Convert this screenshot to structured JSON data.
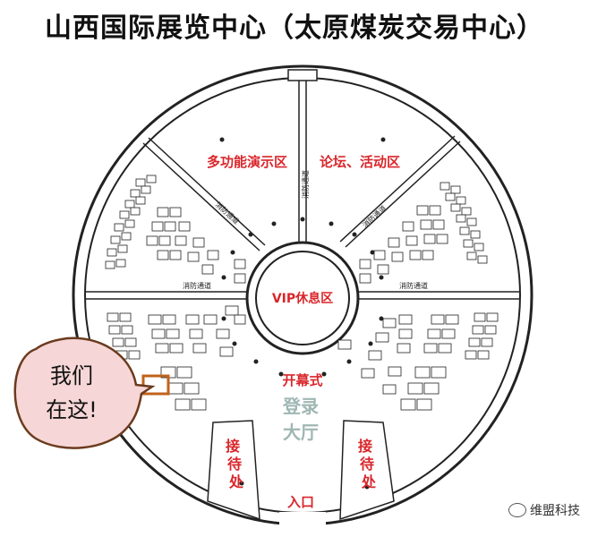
{
  "title": "山西国际展览中心（太原煤炭交易中心）",
  "zones": {
    "multi_demo": "多功能演示区",
    "forum": "论坛、活动区",
    "vip": "VIP休息区",
    "opening": "开幕式",
    "register_1": "登录",
    "register_2": "大厅",
    "entrance": "入口",
    "reception_1": "接",
    "reception_2": "待",
    "reception_3": "处"
  },
  "corridors": {
    "fire_lane": "消防通道"
  },
  "bubble": {
    "line1": "我们",
    "line2": "在这!"
  },
  "watermark": "维盟科技",
  "colors": {
    "accent_red": "#d9262b",
    "bubble_fill": "#f6d6d6",
    "bubble_border": "#6b3b1e",
    "marker": "#c0631c"
  }
}
